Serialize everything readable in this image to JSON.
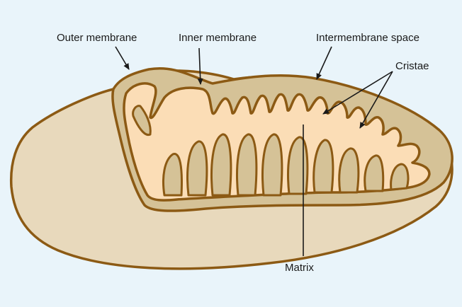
{
  "labels": {
    "outer_membrane": "Outer membrane",
    "inner_membrane": "Inner membrane",
    "intermembrane_space": "Intermembrane space",
    "cristae": "Cristae",
    "matrix": "Matrix"
  },
  "colors": {
    "background": "#E9F4FA",
    "membrane_stroke": "#8C5A14",
    "outer_fill": "#E8D9BC",
    "intermembrane_fill": "#D5C297",
    "matrix_fill": "#FBDDB6"
  }
}
